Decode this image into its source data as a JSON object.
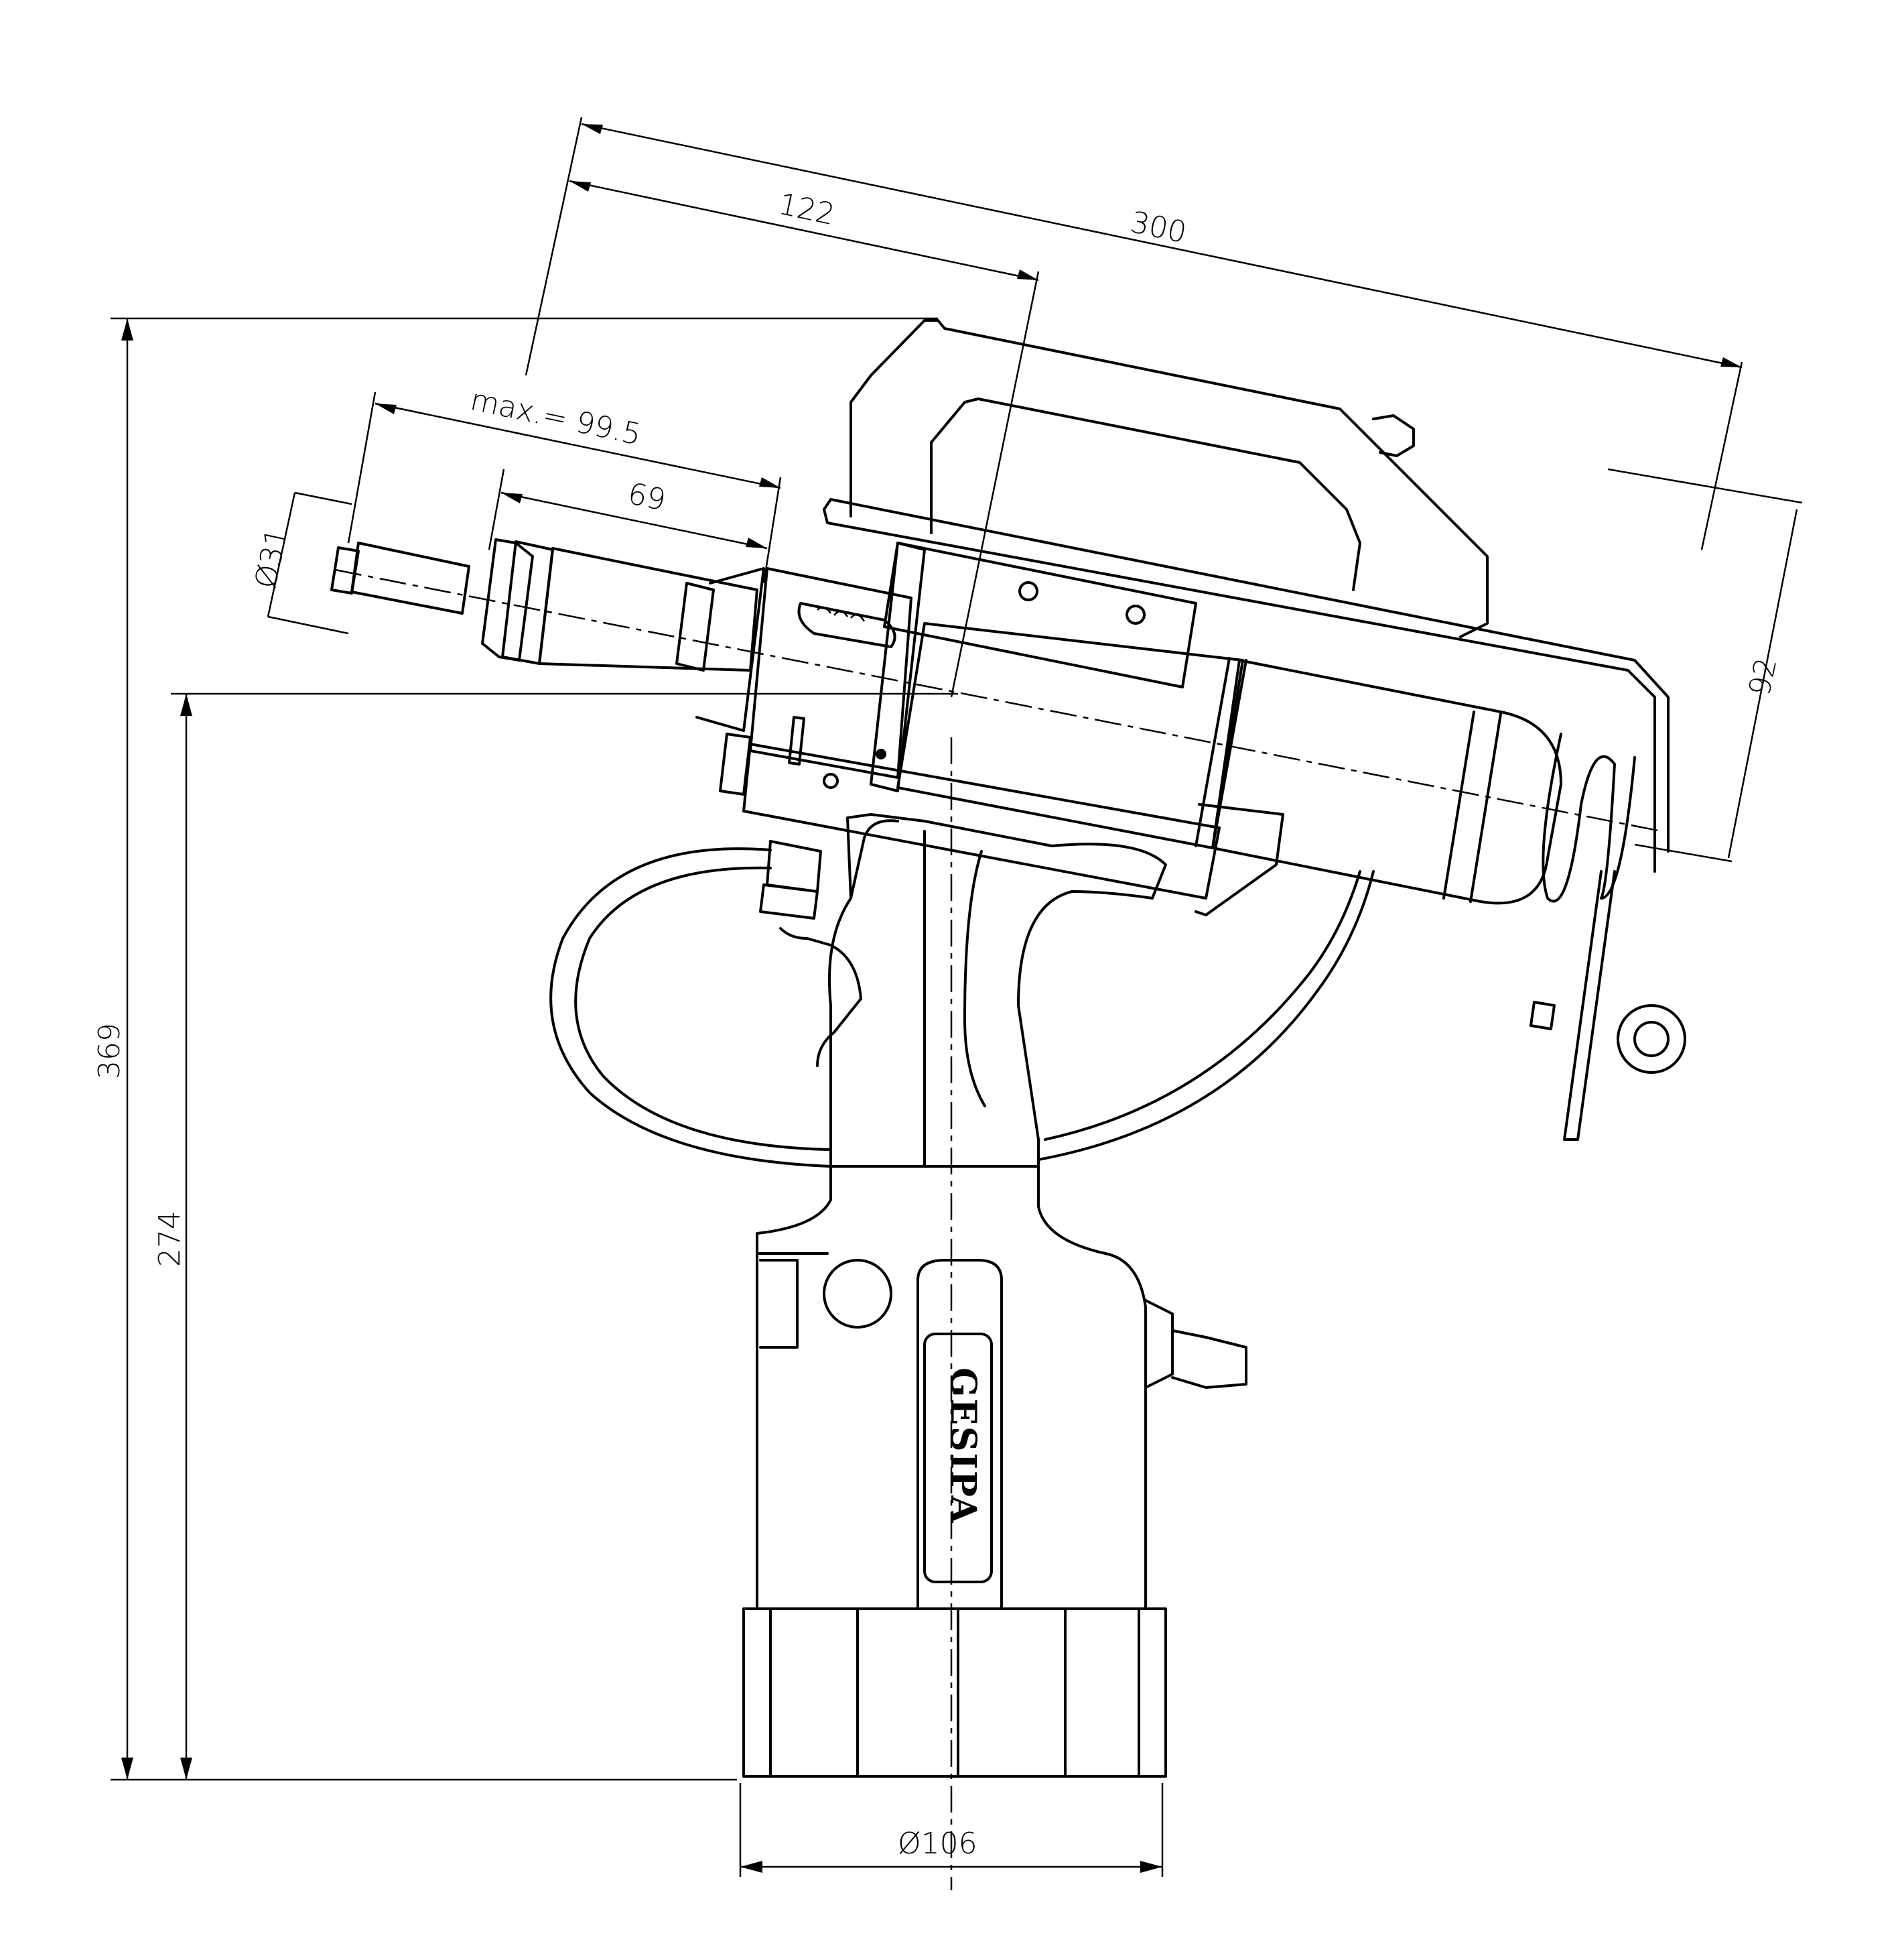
{
  "drawing": {
    "brand_logo": "GESIPA",
    "dimensions": {
      "overall_length": "300",
      "handle_offset": "122",
      "nosepiece_max": "max.= 99.5",
      "nosepiece_len": "69",
      "nosepiece_diameter": "Ø31",
      "handle_height": "92",
      "overall_height": "369",
      "grip_height": "274",
      "base_diameter": "Ø106"
    }
  }
}
